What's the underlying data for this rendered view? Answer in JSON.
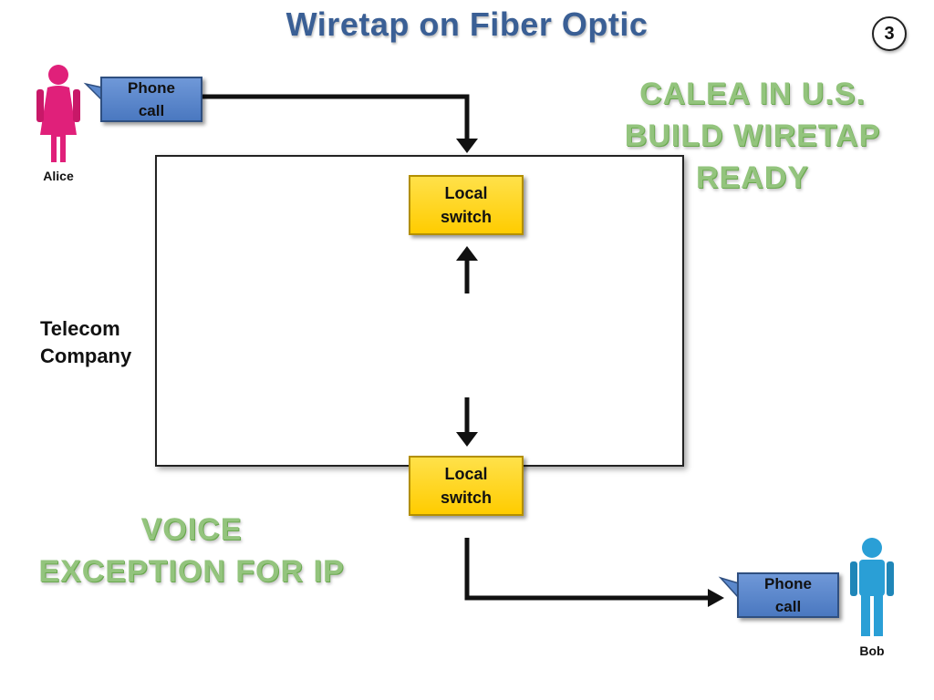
{
  "slide": {
    "title": "Wiretap on Fiber Optic",
    "number": "3"
  },
  "notes": {
    "calea_line1": "CALEA in U.S.",
    "calea_line2": "BUILD WIRETAP",
    "calea_line3": "READY",
    "voice_line1": "VOICE",
    "voice_line2": "EXCEPTION FOR IP"
  },
  "diagram": {
    "company_label_line1": "Telecom",
    "company_label_line2": "Company",
    "switch_top_line1": "Local",
    "switch_top_line2": "switch",
    "switch_bottom_line1": "Local",
    "switch_bottom_line2": "switch",
    "alice_bubble_line1": "Phone",
    "alice_bubble_line2": "call",
    "bob_bubble_line1": "Phone",
    "bob_bubble_line2": "call",
    "alice_name": "Alice",
    "bob_name": "Bob"
  },
  "colors": {
    "title": "#3a5f95",
    "note_green": "#93c47d",
    "switch_fill": "#ffcc00",
    "bubble_fill": "#5b88cc",
    "alice_figure": "#e0207a",
    "bob_figure": "#2a9fd6"
  },
  "icons": {
    "alice": "female-person-icon",
    "bob": "male-person-icon"
  }
}
